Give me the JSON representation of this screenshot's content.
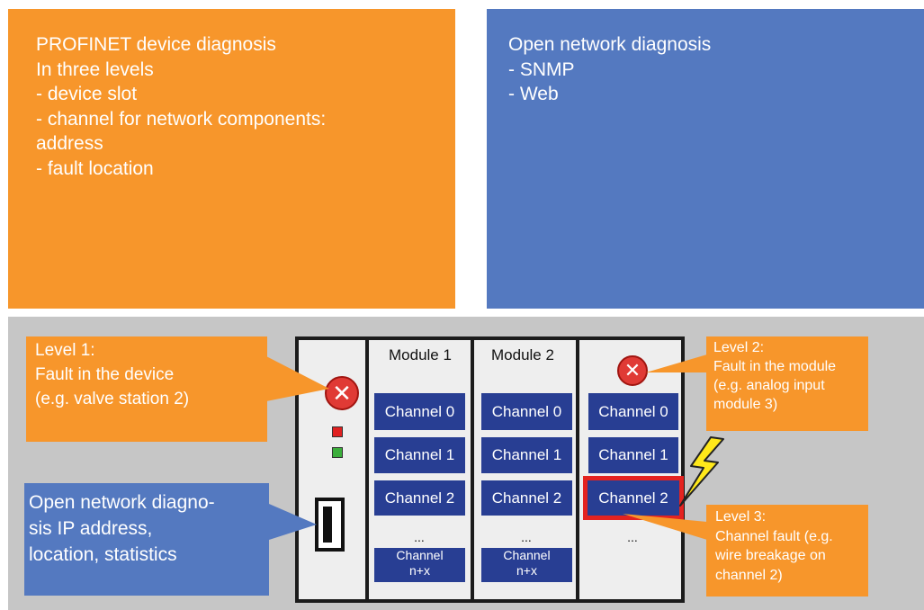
{
  "top_left": {
    "lines": [
      "PROFINET device diagnosis",
      "In three levels",
      "- device slot",
      "- channel for network components:",
      "address",
      "- fault location"
    ]
  },
  "top_right": {
    "lines": [
      "Open network diagnosis",
      "- SNMP",
      "- Web"
    ]
  },
  "level1": {
    "lines": [
      "Level 1:",
      "Fault in the device",
      "(e.g. valve station 2)"
    ]
  },
  "open_network": {
    "lines": [
      "Open network diagno-",
      "sis IP address,",
      "location, statistics"
    ]
  },
  "level2": {
    "lines": [
      "Level 2:",
      "Fault in the module",
      "(e.g. analog input",
      "module 3)"
    ]
  },
  "level3": {
    "lines": [
      "Level 3:",
      "Channel fault (e.g.",
      "wire breakage on",
      "channel 2)"
    ]
  },
  "modules": {
    "module1": {
      "title": "Module 1",
      "channels": [
        "Channel 0",
        "Channel 1",
        "Channel 2"
      ],
      "ellipsis": "...",
      "last": [
        "Channel",
        "n+x"
      ]
    },
    "module2": {
      "title": "Module 2",
      "channels": [
        "Channel 0",
        "Channel 1",
        "Channel 2"
      ],
      "ellipsis": "...",
      "last": [
        "Channel",
        "n+x"
      ]
    },
    "module3": {
      "channels": [
        "Channel 0",
        "Channel 1",
        "Channel 2"
      ],
      "ellipsis": "..."
    }
  },
  "icons": {
    "fault": "fault-x-icon",
    "led_red": "#e02020",
    "led_green": "#3cae3c",
    "lightning": "lightning-icon",
    "connector": "ethernet-port-icon"
  },
  "colors": {
    "orange": "#f7962b",
    "blue": "#5479c0",
    "channel": "#283e93",
    "fault_frame": "#e42320",
    "panel": "#c6c6c6"
  }
}
